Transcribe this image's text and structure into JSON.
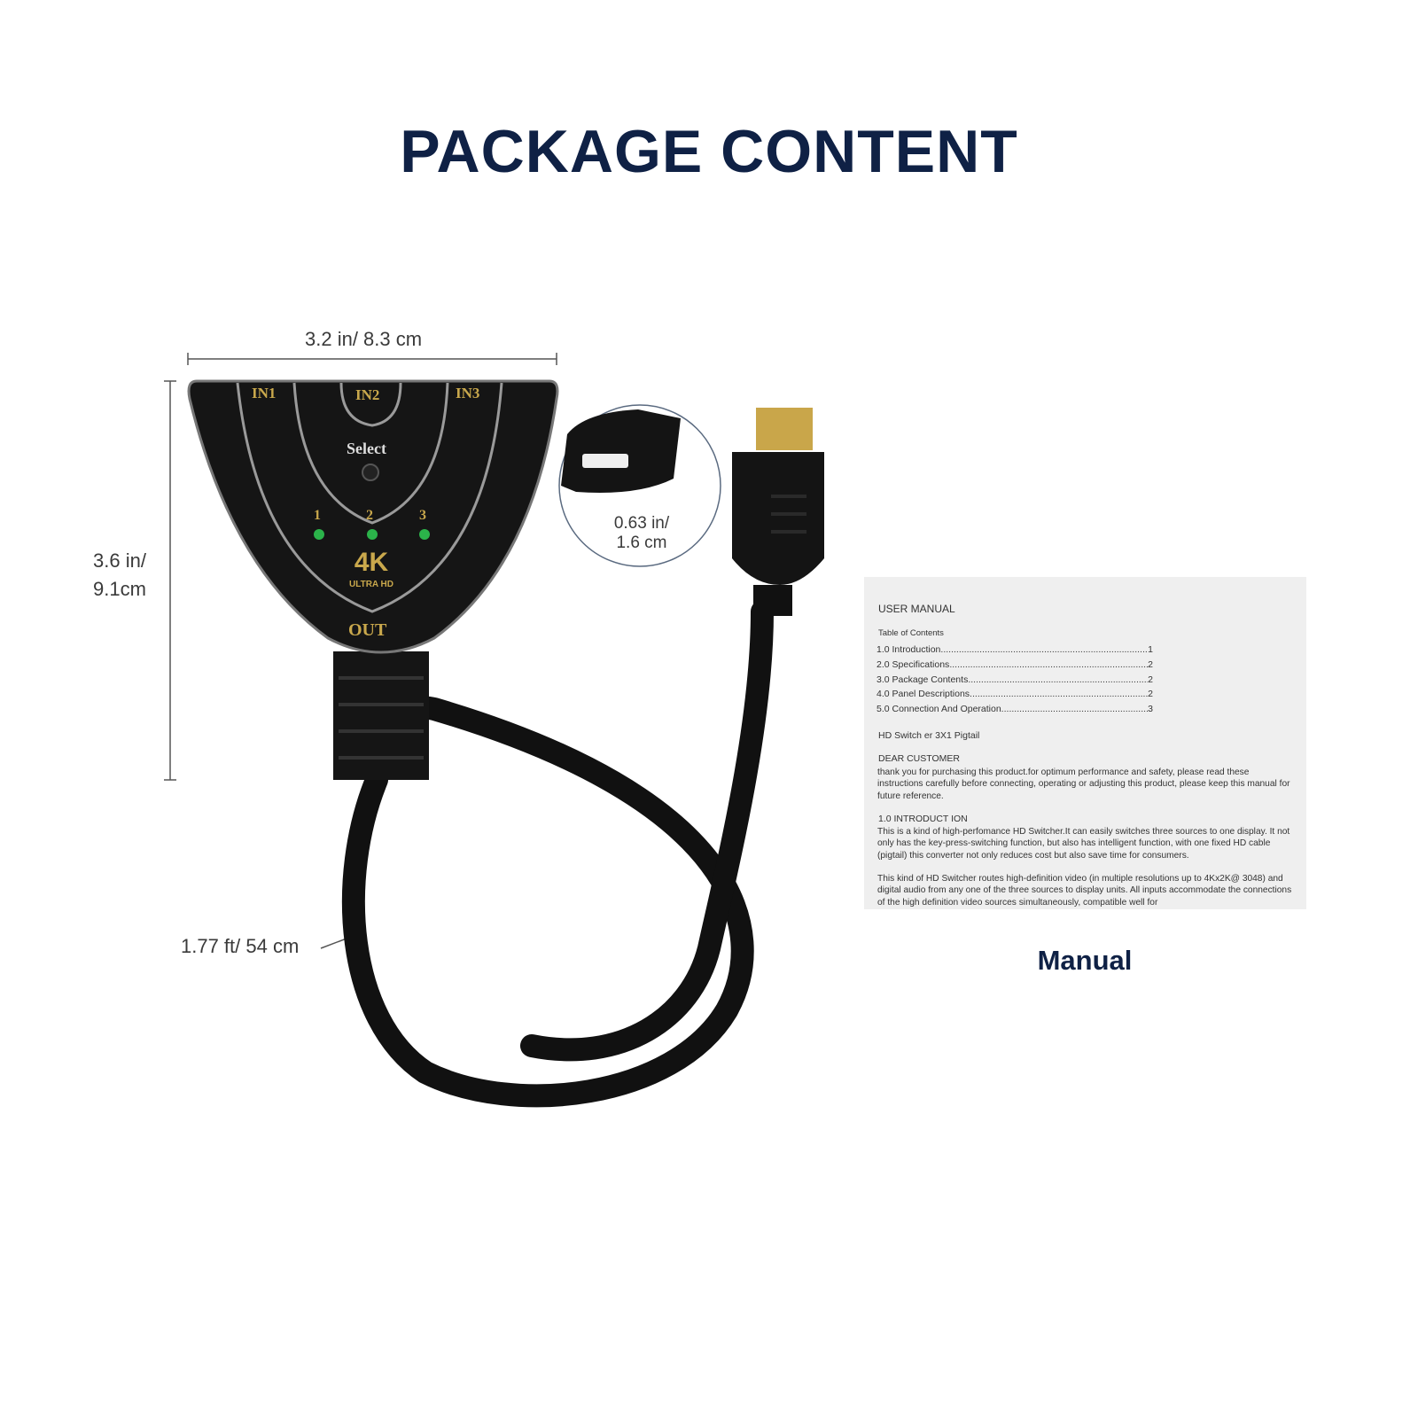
{
  "title": "PACKAGE CONTENT",
  "dimensions": {
    "width": "3.2 in/ 8.3 cm",
    "height_line1": "3.6 in/",
    "height_line2": "9.1cm",
    "port_line1": "0.63 in/",
    "port_line2": "1.6 cm",
    "cable": "1.77 ft/ 54 cm"
  },
  "device": {
    "ports": [
      "IN1",
      "IN2",
      "IN3"
    ],
    "button": "Select",
    "leds": [
      "1",
      "2",
      "3"
    ],
    "badge": "4K",
    "badge_sub": "ULTRA HD",
    "output": "OUT",
    "led_color": "#2bb34a",
    "label_color": "#c9a84c"
  },
  "manual": {
    "heading": "USER MANUAL",
    "toc_title": "Table of Contents",
    "toc": [
      {
        "label": "1.0  Introduction. ",
        "page": "1"
      },
      {
        "label": "2.0  Specifications",
        "page": "2"
      },
      {
        "label": "3.0  Package Contents",
        "page": "2"
      },
      {
        "label": "4.0 Panel Descriptions. ",
        "page": "2"
      },
      {
        "label": "5.0 Connection And Operation. ",
        "page": "3"
      }
    ],
    "product": "HD Switch er 3X1 Pigtail",
    "dear": "DEAR CUSTOMER",
    "dear_text": "thank you for purchasing this product.for optimum performance and safety, please read these instructions carefully before connecting, operating or adjusting this product, please keep this manual for future reference.",
    "intro_heading": "1.0 INTRODUCT ION",
    "intro_text1": "This is a kind of high-perfomance HD Switcher.It can easily switches three sources to one display. It not only has the key-press-switching function, but also has intelligent function, with one fixed HD cable (pigtail) this converter not only reduces cost but also save time for consumers.",
    "intro_text2": "This kind of HD Switcher routes high-definition video (in multiple resolutions up to 4Kx2K@ 3048) and digital audio from any one of the three sources to display units. All inputs accommodate the connections of the high definition video sources simultaneously, compatible well for",
    "caption": "Manual"
  },
  "colors": {
    "title": "#0f2145",
    "manual_bg": "#efefef",
    "device": "#141414"
  }
}
